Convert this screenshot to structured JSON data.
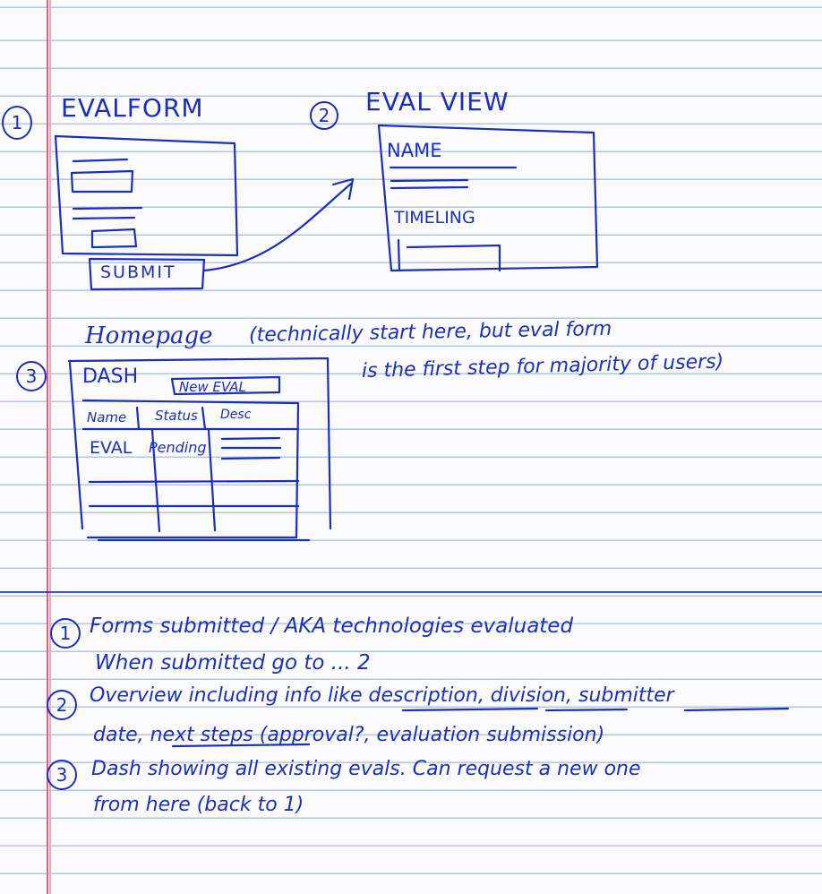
{
  "sketch1": {
    "number": "1",
    "title": "EVALFORM",
    "submit_label": "SUBMIT"
  },
  "sketch2": {
    "number": "2",
    "title": "EVAL VIEW",
    "name_label": "NAME",
    "timeline_label": "TIMELING"
  },
  "sketch3": {
    "number": "3",
    "heading": "Homepage",
    "heading_note_line1": "(technically start here, but eval form",
    "heading_note_line2": "is the first step for majority of users)",
    "dash_label": "DASH",
    "new_eval_label": "New EVAL",
    "table": {
      "headers": [
        "Name",
        "Status",
        "Desc"
      ],
      "rows": [
        [
          "EVAL",
          "Pending",
          ""
        ]
      ]
    }
  },
  "notes": [
    {
      "number": "1",
      "lines": [
        "Forms submitted / AKA technologies evaluated",
        "When submitted go to ... 2"
      ]
    },
    {
      "number": "2",
      "lines": [
        "Overview including info like description, division, submitter",
        "date, next steps (approval?, evaluation submission)"
      ]
    },
    {
      "number": "3",
      "lines": [
        "Dash showing all existing evals. Can request a new one",
        "from here (back to 1)"
      ]
    }
  ],
  "colors": {
    "ink": "#1a2fbf",
    "margin": "#f05a7e",
    "rule": "#9fb3d9",
    "paper": "#fbfbfd"
  }
}
